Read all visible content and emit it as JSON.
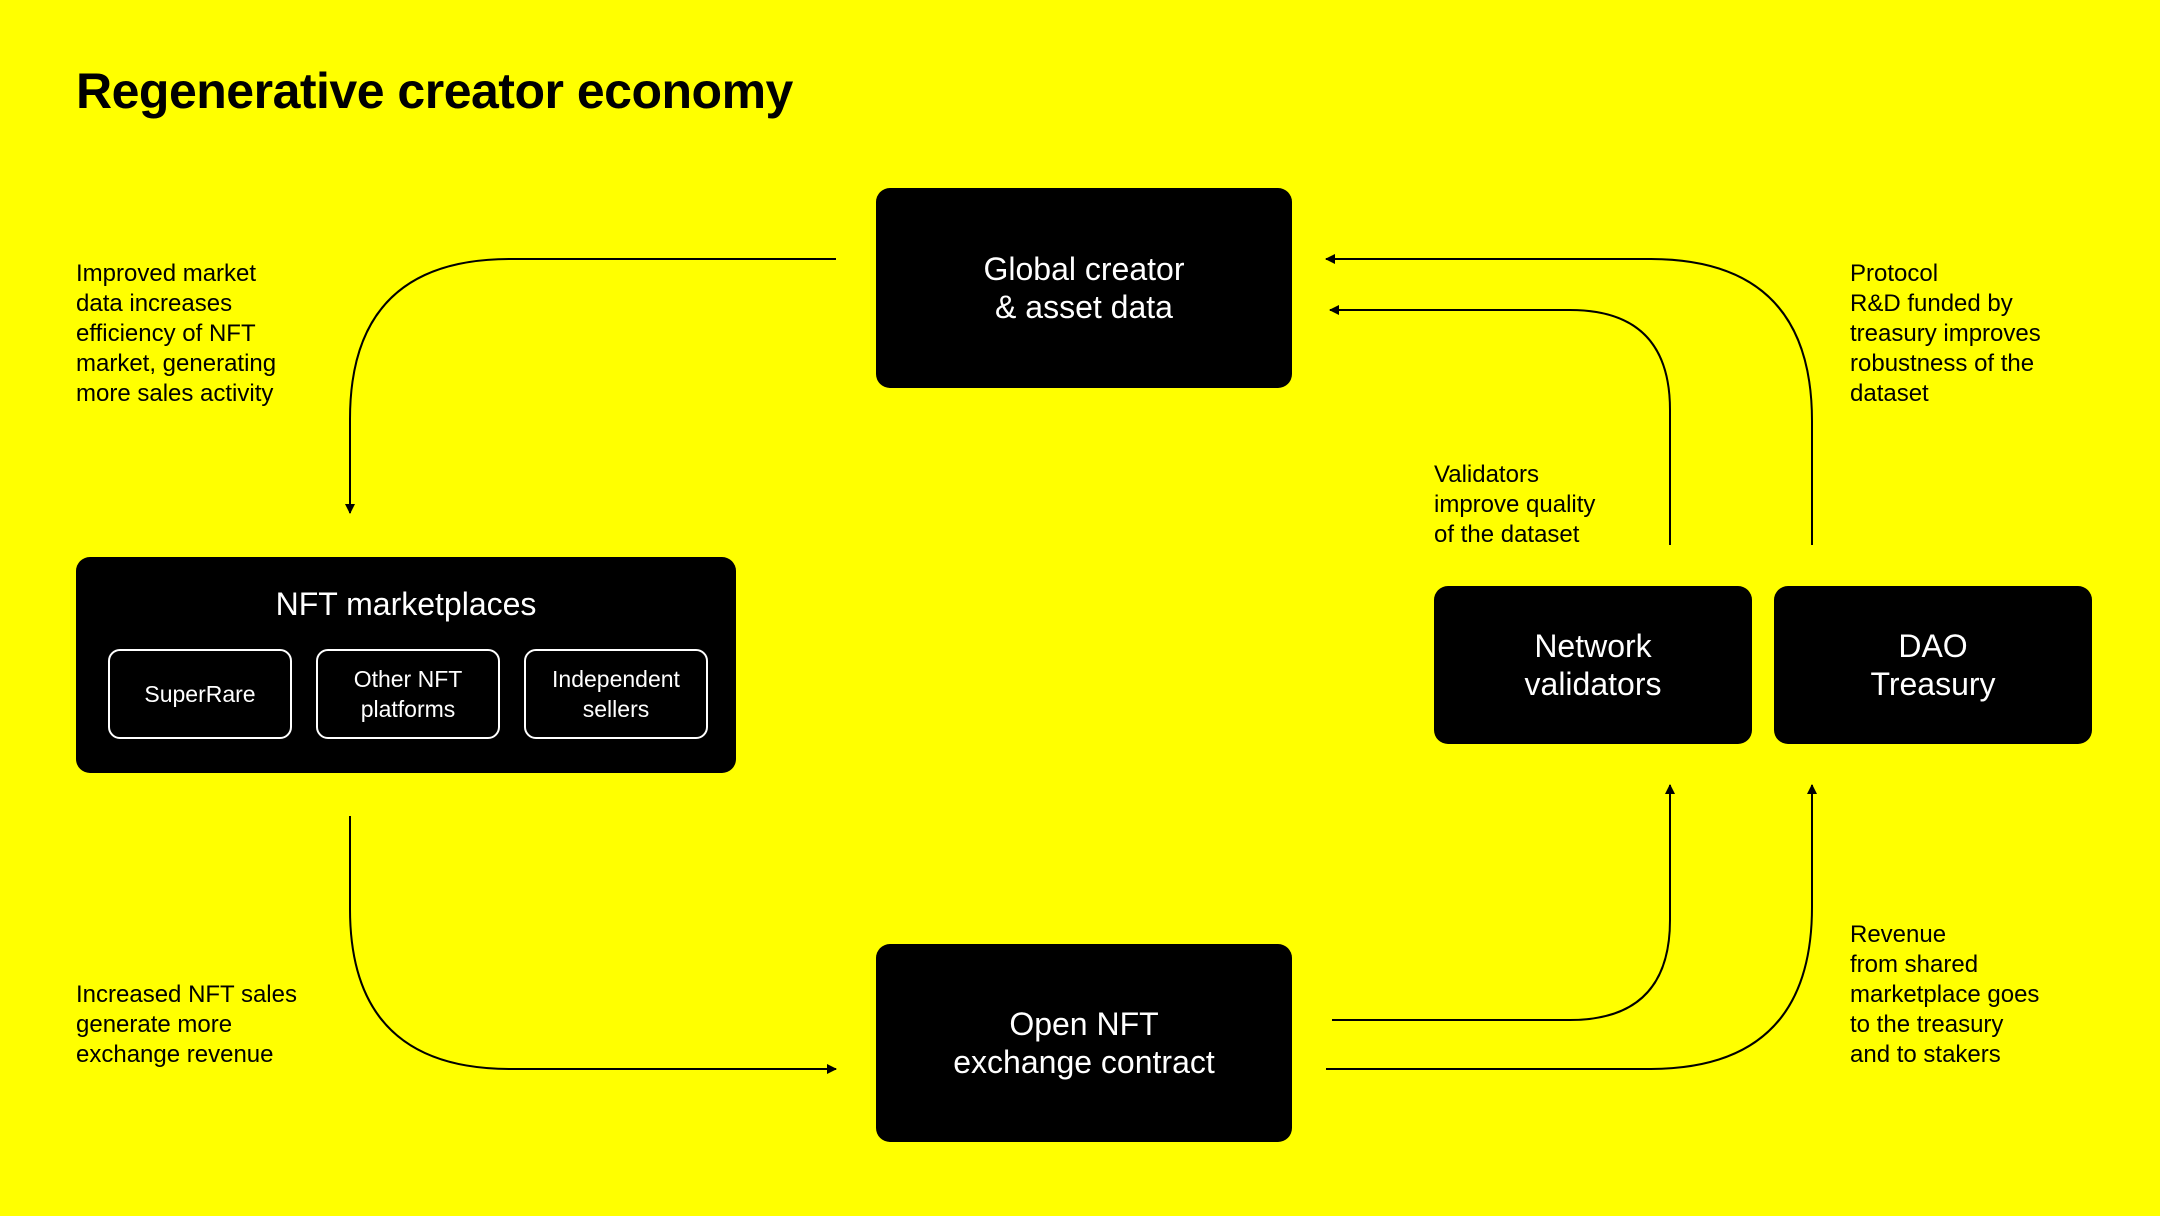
{
  "title": "Regenerative creator economy",
  "nodes": {
    "global_data": "Global creator\n& asset data",
    "marketplaces": "NFT marketplaces",
    "exchange": "Open NFT\nexchange contract",
    "validators": "Network\nvalidators",
    "treasury": "DAO\nTreasury"
  },
  "marketplace_items": [
    "SuperRare",
    "Other NFT\nplatforms",
    "Independent\nsellers"
  ],
  "notes": {
    "market_data": "Improved market\ndata increases\nefficiency of NFT\nmarket, generating\nmore sales activity",
    "sales": "Increased NFT sales\ngenerate more\nexchange revenue",
    "validators": "Validators\nimprove quality\nof the dataset",
    "protocol": "Protocol\nR&D funded by\ntreasury improves\nrobustness of the\ndataset",
    "revenue": "Revenue\nfrom shared\nmarketplace goes\nto the treasury\nand to stakers"
  }
}
